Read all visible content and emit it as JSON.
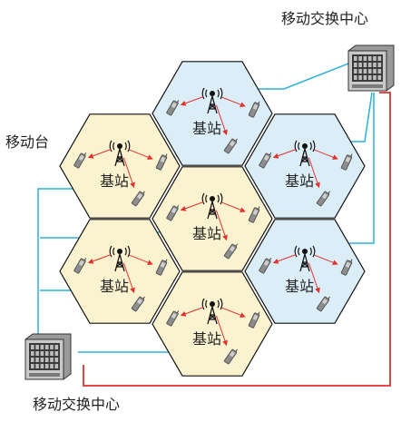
{
  "labels": {
    "msc_top": "移动交换中心",
    "msc_bottom": "移动交换中心",
    "mobile_station": "移动台"
  },
  "cells": [
    {
      "id": "top",
      "color": "blue",
      "label": "基站"
    },
    {
      "id": "left-top",
      "color": "yellow",
      "label": "基站"
    },
    {
      "id": "right-top",
      "color": "blue",
      "label": "基站"
    },
    {
      "id": "center",
      "color": "yellow",
      "label": "基站"
    },
    {
      "id": "left-bottom",
      "color": "yellow",
      "label": "基站"
    },
    {
      "id": "right-bottom",
      "color": "blue",
      "label": "基站"
    },
    {
      "id": "bottom",
      "color": "yellow",
      "label": "基站"
    }
  ],
  "colors": {
    "yellow_cell": "#fbf2cf",
    "blue_cell": "#dbeef8",
    "cell_border": "#111111",
    "cyan_link": "#2bb0dd",
    "red_link": "#e0322e"
  },
  "icons": [
    "tower-icon",
    "mobile-phone-icon",
    "switch-cabinet-icon"
  ]
}
